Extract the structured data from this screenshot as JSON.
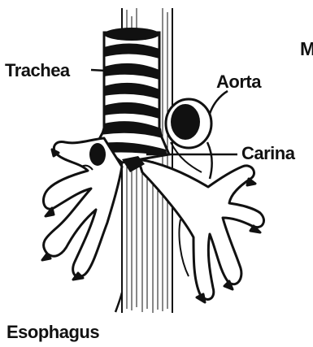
{
  "labels": {
    "trachea": "Trachea",
    "aorta": "Aorta",
    "carina": "Carina",
    "esophagus": "Esophagus",
    "corner_fragment": "M"
  },
  "colors": {
    "ink": "#111111",
    "paper": "#ffffff"
  }
}
